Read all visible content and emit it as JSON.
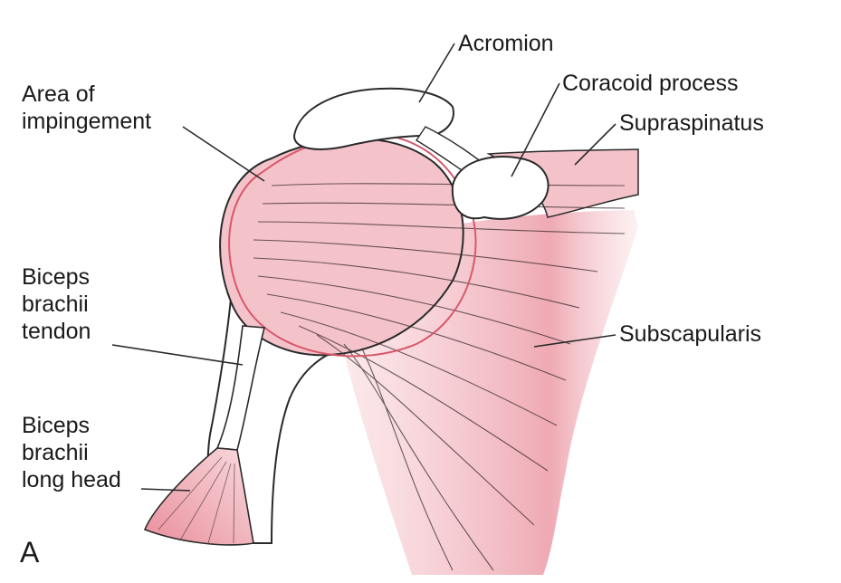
{
  "labels": {
    "acromion": "Acromion",
    "coracoid": "Coracoid process",
    "supraspinatus": "Supraspinatus",
    "impingement": [
      "Area of",
      "impingement"
    ],
    "subscapularis": "Subscapularis",
    "biceps_tendon": [
      "Biceps",
      "brachii",
      "tendon"
    ],
    "biceps_long_head": [
      "Biceps",
      "brachii",
      "long head"
    ],
    "panel": "A"
  },
  "colors": {
    "muscle": "#f2b8c0",
    "muscle_deep": "#e8909c",
    "impingement_outline": "#d9576a",
    "line": "#2a2a2a"
  }
}
